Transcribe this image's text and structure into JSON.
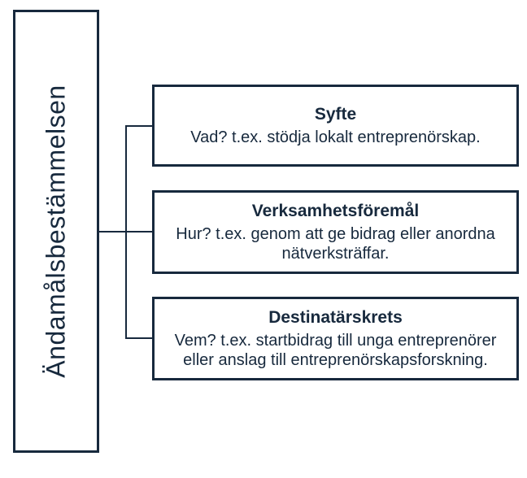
{
  "diagram": {
    "colors": {
      "ink": "#17293d",
      "background": "#ffffff"
    },
    "root": {
      "label": "Ändamålsbestämmelsen"
    },
    "nodes": [
      {
        "title": "Syfte",
        "body": "Vad? t.ex. stödja lokalt entreprenörskap."
      },
      {
        "title": "Verksamhetsföremål",
        "body": "Hur? t.ex. genom att ge bidrag eller anordna nätverksträffar."
      },
      {
        "title": "Destinatärskrets",
        "body": "Vem? t.ex. startbidrag till unga entreprenörer eller anslag till entreprenörskapsforskning."
      }
    ]
  }
}
